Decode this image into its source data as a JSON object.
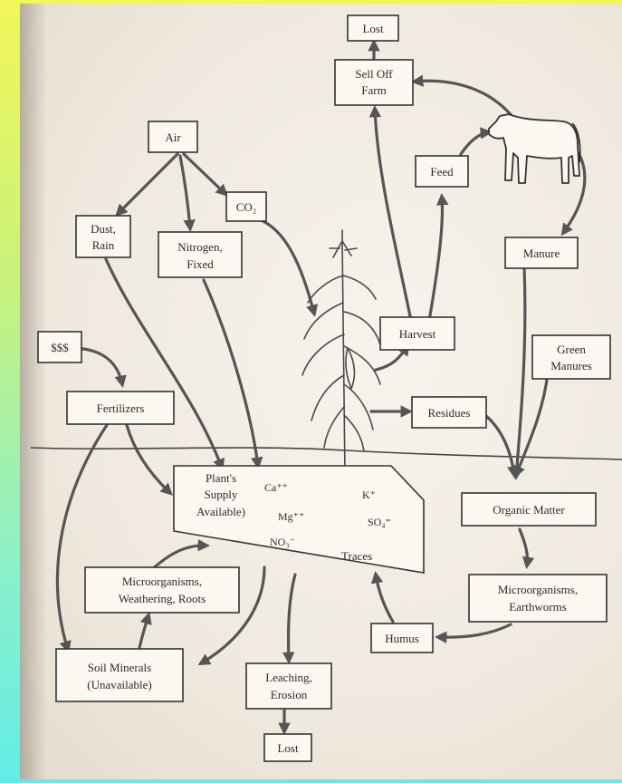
{
  "nodes": {
    "lost_top": "Lost",
    "sell_off": [
      "Sell Off",
      "Farm"
    ],
    "air": "Air",
    "co2": "CO₂",
    "dust_rain": [
      "Dust,",
      "Rain"
    ],
    "nitrogen_fixed": [
      "Nitrogen,",
      "Fixed"
    ],
    "feed": "Feed",
    "manure": "Manure",
    "harvest": "Harvest",
    "money": "$$$",
    "green_manures": [
      "Green",
      "Manures"
    ],
    "fertilizers": "Fertilizers",
    "residues": "Residues",
    "plant_supply": [
      "Plant's",
      "Supply",
      "Available)"
    ],
    "organic_matter": "Organic Matter",
    "micro_weathering": [
      "Microorganisms,",
      "Weathering, Roots"
    ],
    "micro_earthworms": [
      "Microorganisms,",
      "Earthworms"
    ],
    "humus": "Humus",
    "soil_minerals": [
      "Soil Minerals",
      "(Unavailable)"
    ],
    "leaching": [
      "Leaching,",
      "Erosion"
    ],
    "lost_bottom": "Lost"
  },
  "nutrients": {
    "ca": "Ca⁺⁺",
    "k": "K⁺",
    "mg": "Mg⁺⁺",
    "so4": "SO₄⁼",
    "no3": "NO₃⁻",
    "traces": "Traces"
  },
  "icons": {
    "cow": "cow-icon",
    "plant": "corn-plant-icon"
  }
}
